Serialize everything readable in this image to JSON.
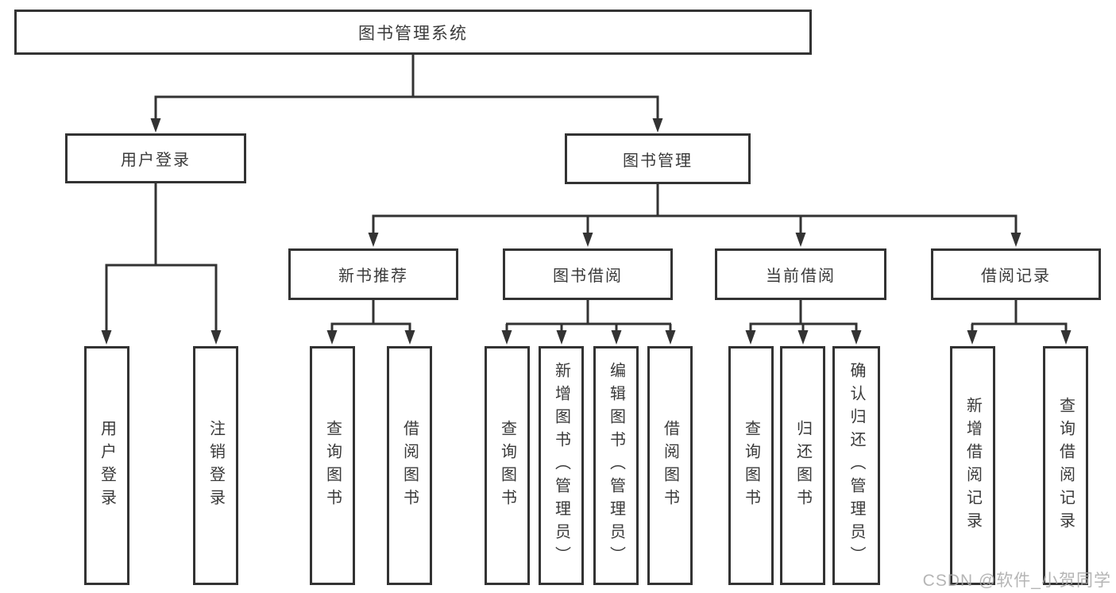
{
  "diagram_title": "图书管理系统",
  "tree": {
    "label": "图书管理系统",
    "children": [
      {
        "label": "用户登录",
        "children": [
          {
            "label": "用户登录"
          },
          {
            "label": "注销登录"
          }
        ]
      },
      {
        "label": "图书管理",
        "children": [
          {
            "label": "新书推荐",
            "children": [
              {
                "label": "查询图书"
              },
              {
                "label": "借阅图书"
              }
            ]
          },
          {
            "label": "图书借阅",
            "children": [
              {
                "label": "查询图书"
              },
              {
                "label": "新增图书（管理员）"
              },
              {
                "label": "编辑图书（管理员）"
              },
              {
                "label": "借阅图书"
              }
            ]
          },
          {
            "label": "当前借阅",
            "children": [
              {
                "label": "查询图书"
              },
              {
                "label": "归还图书"
              },
              {
                "label": "确认归还（管理员）"
              }
            ]
          },
          {
            "label": "借阅记录",
            "children": [
              {
                "label": "新增借阅记录"
              },
              {
                "label": "查询借阅记录"
              }
            ]
          }
        ]
      }
    ]
  },
  "watermark": "CSDN @软件_小贺同学",
  "colors": {
    "line": "#333333",
    "box_border": "#333333",
    "box_fill": "#ffffff",
    "text": "#3a3a3a",
    "watermark": "#a8a8a8"
  }
}
